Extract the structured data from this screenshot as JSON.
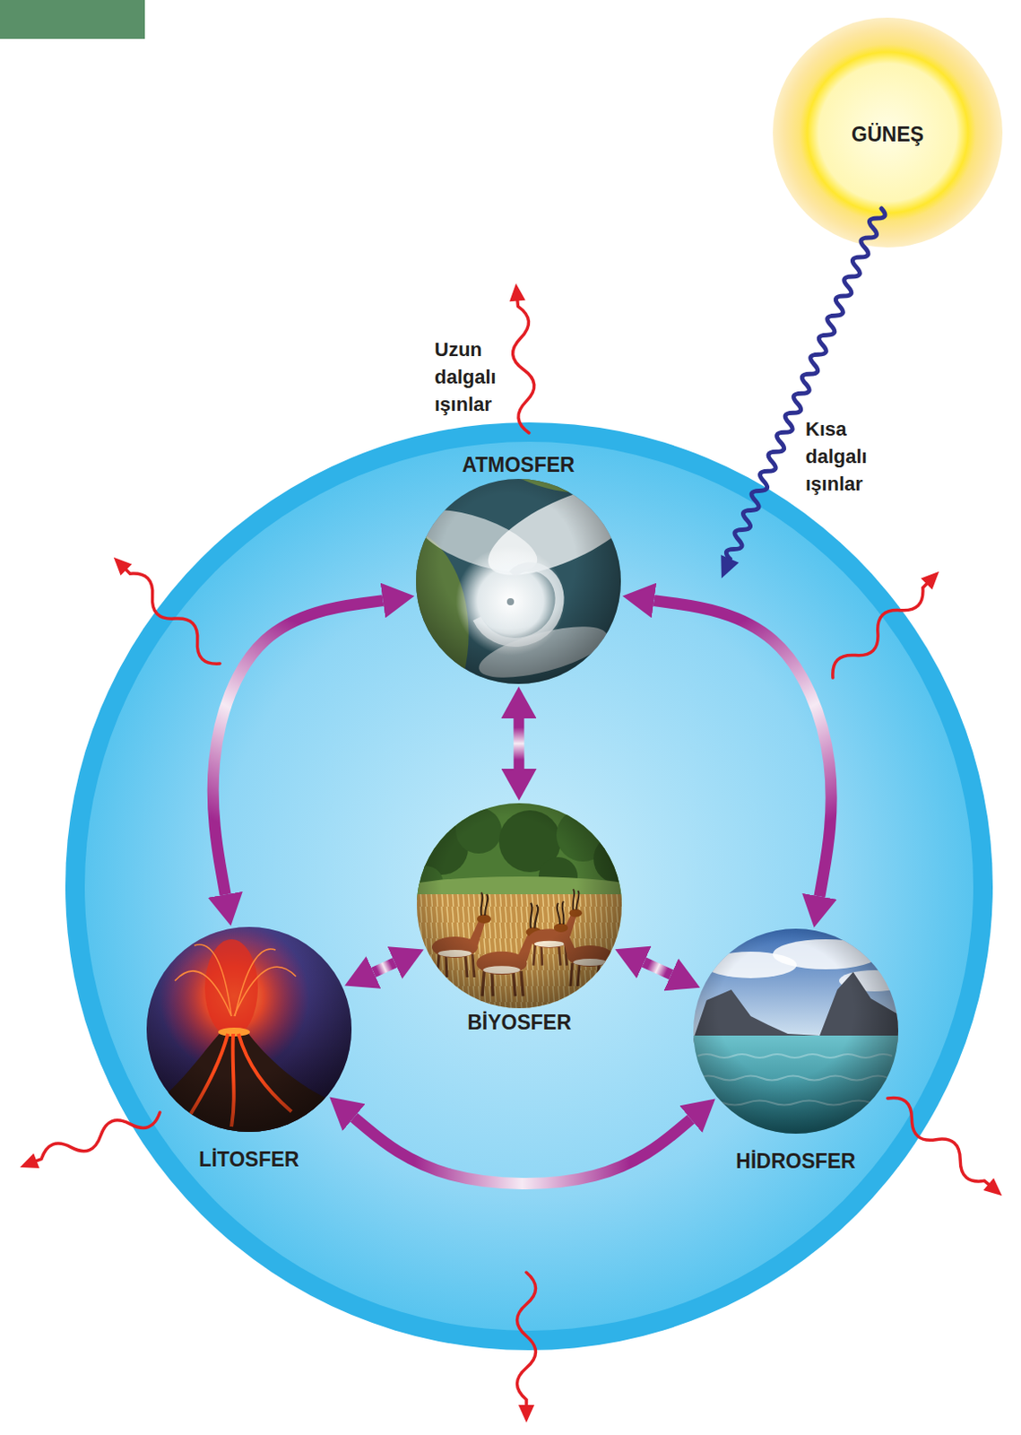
{
  "diagram": {
    "nodes": [
      {
        "text": [
          "GÜNEŞ"
        ]
      },
      {
        "text": [
          "ATMOSFER"
        ]
      },
      {
        "text": [
          "BİYOSFER"
        ]
      },
      {
        "text": [
          "LİTOSFER"
        ]
      },
      {
        "text": [
          "HİDROSFER"
        ]
      }
    ],
    "edges": [
      {
        "from": 1,
        "to": 3,
        "arrow": "both"
      },
      {
        "from": 1,
        "to": 4,
        "arrow": "both"
      },
      {
        "from": 1,
        "to": 2,
        "arrow": "both"
      },
      {
        "from": 2,
        "to": 3,
        "arrow": "both"
      },
      {
        "from": 2,
        "to": 4,
        "arrow": "both"
      },
      {
        "from": 3,
        "to": 4,
        "arrow": "both"
      }
    ],
    "labels": [
      "Uzun dalgalı ışınlar",
      "Kısa dalgalı ışınlar"
    ]
  }
}
